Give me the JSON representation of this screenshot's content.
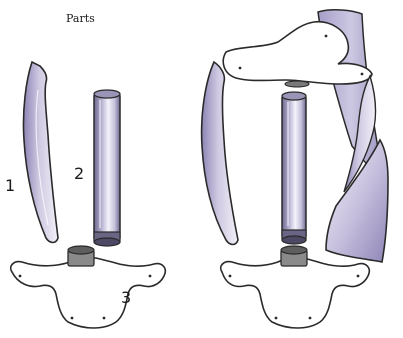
{
  "diagram": {
    "title": "Parts",
    "labels": {
      "part1": "1",
      "part2": "2",
      "part3": "3"
    },
    "colors": {
      "outline": "#2a2a2a",
      "blade_fill": "#cfc9e2",
      "blade_shade": "#8d84b4",
      "tube_fill": "#d8d4e6",
      "tube_shade": "#6f678f",
      "collar_fill": "#8a8a8a",
      "base_fill": "#ffffff"
    }
  }
}
